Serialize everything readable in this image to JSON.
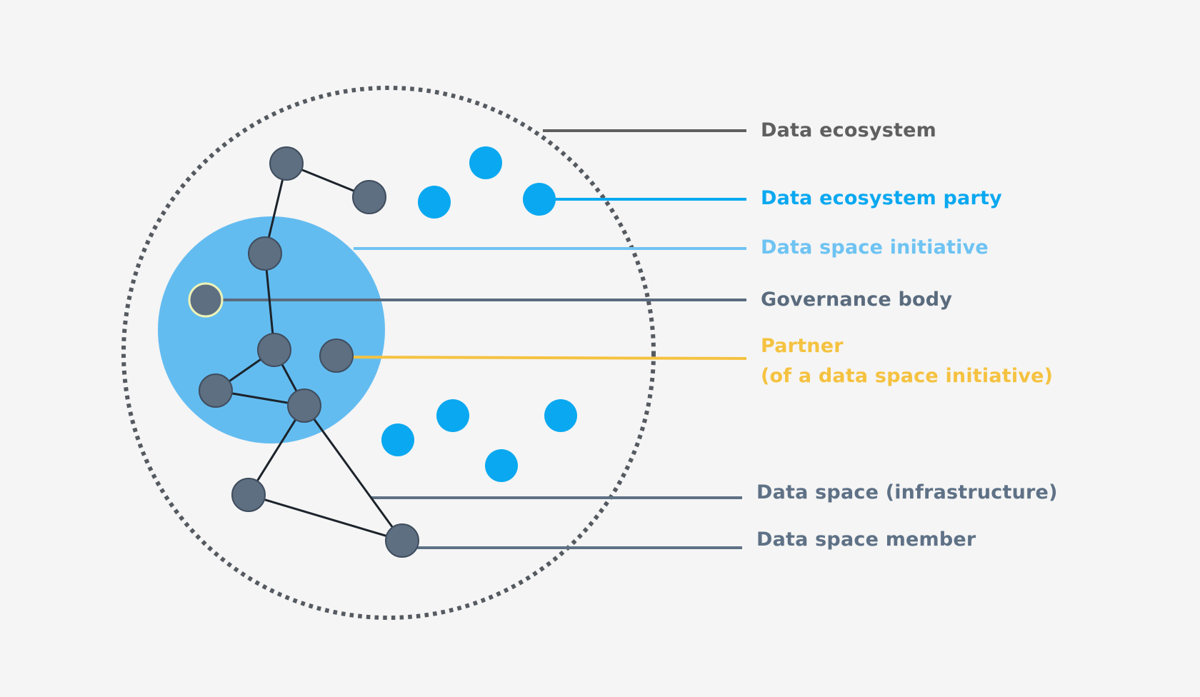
{
  "diagram": {
    "title": "Data ecosystem / data space concepts",
    "colors": {
      "background": "#f5f5f5",
      "ecosystem": "#5f5f5f",
      "ecosystem_dots": "#555a60",
      "party": "#0aa8f0",
      "initiative": "#6ec3f2",
      "initiative_fill": "#63bcf0",
      "governance": "#5a6b7e",
      "partner": "#f5c240",
      "infrastructure": "#5e7186",
      "member": "#5e7186",
      "node_fill": "#5e6f82",
      "node_stroke": "#3f4d5e",
      "edge": "#1c232b",
      "governance_ring": "#eef3b6"
    },
    "labels": [
      {
        "id": "ecosystem",
        "text": "Data ecosystem",
        "color_key": "ecosystem"
      },
      {
        "id": "party",
        "text": "Data ecosystem party",
        "color_key": "party"
      },
      {
        "id": "initiative",
        "text": "Data space initiative",
        "color_key": "initiative"
      },
      {
        "id": "governance",
        "text": "Governance body",
        "color_key": "governance"
      },
      {
        "id": "partner",
        "text": "Partner",
        "subtext": "(of a data space initiative)",
        "color_key": "partner"
      },
      {
        "id": "infrastructure",
        "text": "Data space (infrastructure)",
        "color_key": "infrastructure"
      },
      {
        "id": "member",
        "text": "Data space member",
        "color_key": "member"
      }
    ],
    "nodes": [
      {
        "id": "n1",
        "kind": "member"
      },
      {
        "id": "n2",
        "kind": "member"
      },
      {
        "id": "n3",
        "kind": "member"
      },
      {
        "id": "n4",
        "kind": "governance"
      },
      {
        "id": "n5",
        "kind": "member"
      },
      {
        "id": "n6",
        "kind": "partner"
      },
      {
        "id": "n7",
        "kind": "member"
      },
      {
        "id": "n8",
        "kind": "member"
      },
      {
        "id": "n9",
        "kind": "member"
      },
      {
        "id": "n10",
        "kind": "member"
      }
    ],
    "edges": [
      [
        "n1",
        "n2"
      ],
      [
        "n1",
        "n3"
      ],
      [
        "n3",
        "n5"
      ],
      [
        "n5",
        "n7"
      ],
      [
        "n5",
        "n8"
      ],
      [
        "n7",
        "n8"
      ],
      [
        "n8",
        "n9"
      ],
      [
        "n8",
        "n10"
      ],
      [
        "n9",
        "n10"
      ]
    ],
    "party_count": 7
  }
}
